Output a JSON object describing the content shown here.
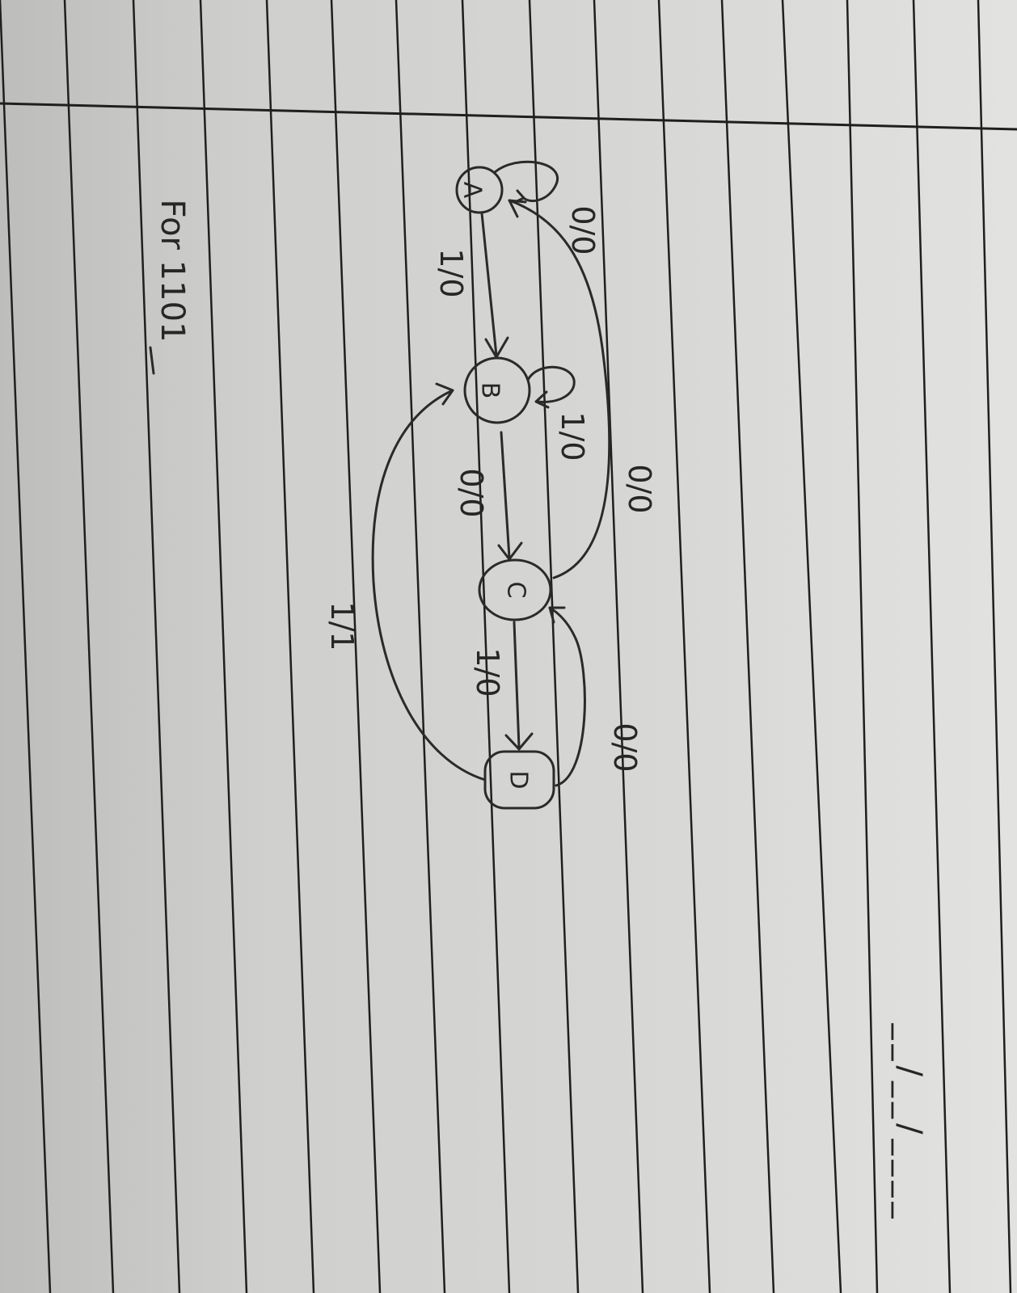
{
  "page": {
    "heading": "For 1101",
    "date_field": "__/__/____"
  },
  "diagram": {
    "states": [
      {
        "id": "A",
        "label": "A"
      },
      {
        "id": "B",
        "label": "B"
      },
      {
        "id": "C",
        "label": "C"
      },
      {
        "id": "D",
        "label": "D"
      }
    ],
    "transitions": [
      {
        "from": "A",
        "to": "A",
        "label": "0/0"
      },
      {
        "from": "A",
        "to": "B",
        "label": "1/0"
      },
      {
        "from": "B",
        "to": "B",
        "label": "1/0"
      },
      {
        "from": "B",
        "to": "C",
        "label": "0/0"
      },
      {
        "from": "C",
        "to": "A",
        "label": "0/0"
      },
      {
        "from": "C",
        "to": "D",
        "label": "1/0"
      },
      {
        "from": "D",
        "to": "C",
        "label": "0/0"
      },
      {
        "from": "D",
        "to": "B",
        "label": "1/1"
      }
    ],
    "colors": {
      "ink": "#2a2a2a",
      "paper": "#d6d6d4",
      "ruling": "#1f1f1f"
    }
  }
}
